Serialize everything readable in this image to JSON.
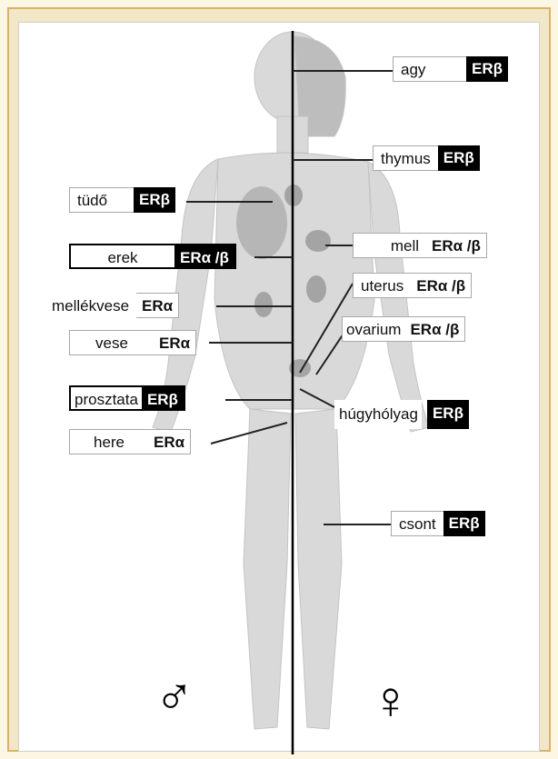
{
  "labels": {
    "agy": {
      "text": "agy",
      "er": "ERβ"
    },
    "thymus": {
      "text": "thymus",
      "er": "ERβ"
    },
    "tudo": {
      "text": "tüdő",
      "er": "ERβ"
    },
    "erek": {
      "text": "erek",
      "er": "ERα /β"
    },
    "mell": {
      "text": "mell",
      "er": "ERα /β"
    },
    "uterus": {
      "text": "uterus",
      "er": "ERα /β"
    },
    "mellekvese": {
      "text": "mellékvese",
      "er": "ERα"
    },
    "ovarium": {
      "text": "ovarium",
      "er": "ERα /β"
    },
    "vese": {
      "text": "vese",
      "er": "ERα"
    },
    "prosztata": {
      "text": "prosztata",
      "er": "ERβ"
    },
    "hugyholyag": {
      "text": "húgyhólyag",
      "er": "ERβ"
    },
    "here": {
      "text": "here",
      "er": "ERα"
    },
    "csont": {
      "text": "csont",
      "er": "ERβ"
    }
  },
  "symbols": {
    "male": "♂",
    "female": "♀"
  },
  "colors": {
    "body": "#d6d6d6",
    "organ": "#8a8a8a",
    "frame": "#d9b36a",
    "background": "#fdf6e3"
  }
}
